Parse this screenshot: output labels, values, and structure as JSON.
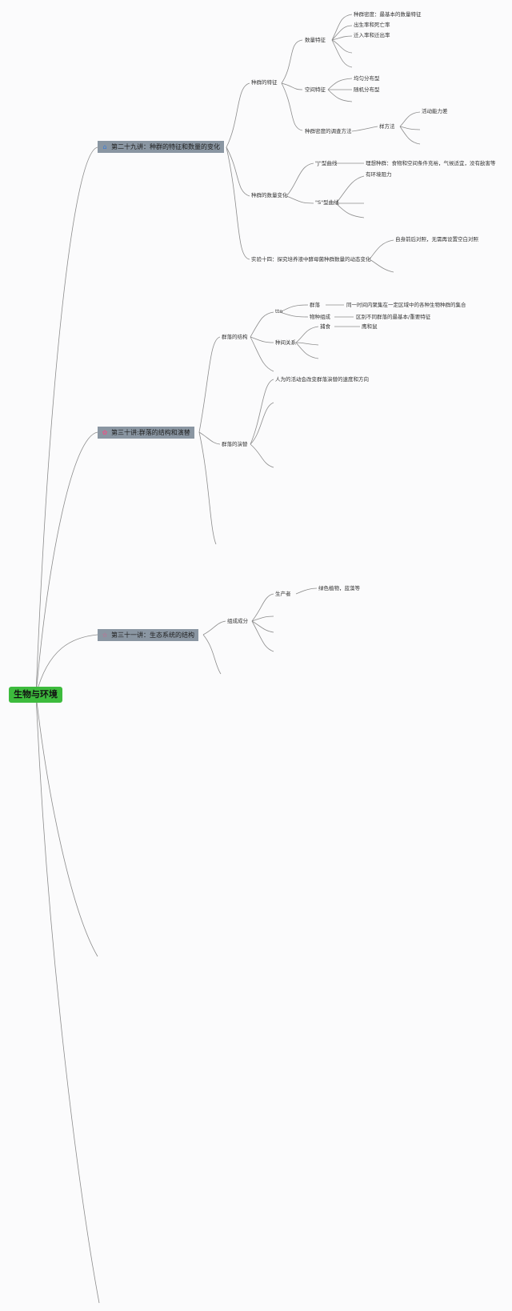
{
  "root": {
    "label": "生物与环境"
  },
  "lectures": [
    {
      "label": "第二十九讲：种群的特征和数量的变化",
      "icon": "house-icon",
      "icon_color": "#3a7bd5"
    },
    {
      "label": "第三十讲:群落的结构和演替",
      "icon": "flower-icon",
      "icon_color": "#e05a8a"
    },
    {
      "label": "第三十一讲：生态系统的结构",
      "icon": "star-icon",
      "icon_color": "#e05a8a"
    }
  ],
  "l29": {
    "feature": "种群的特征",
    "quantity_features": "数量特征",
    "density": "种群密度：最基本的数量特征",
    "birth_death": "出生率和死亡率",
    "migration": "迁入率和迁出率",
    "spatial": "空间特征",
    "uniform": "均匀分布型",
    "random": "随机分布型",
    "survey": "种群密度的调查方法",
    "sampling": "样方法",
    "mobility": "活动能力差",
    "change": "种群的数量变化",
    "j_curve": "\"J\"型曲线",
    "j_desc": "理想种群：食物和空间条件充裕，气候适宜，没有敌害等",
    "s_curve": "\"S\"型曲线",
    "s_desc": "有环境阻力",
    "experiment": "实验十四：探究培养液中酵母菌种群数量的动态变化",
    "exp_desc": "自身前后对照，无需再设置空白对照"
  },
  "l30": {
    "structure": "群落的结构",
    "def": "ttn",
    "community": "群落",
    "community_desc": "同一时间内聚集在一定区域中的各种生物种群的集合",
    "species": "物种组成",
    "species_desc": "区别不同群落的最基本/重要特征",
    "relations": "种间关系",
    "predation": "捕食",
    "predation_ex": "鹰和鼠",
    "succession": "群落的演替",
    "human": "人为的活动会改变群落演替的速度和方向"
  },
  "l31": {
    "composition": "组成成分",
    "producer": "生产者",
    "producer_desc": "绿色植物，蓝藻等"
  }
}
